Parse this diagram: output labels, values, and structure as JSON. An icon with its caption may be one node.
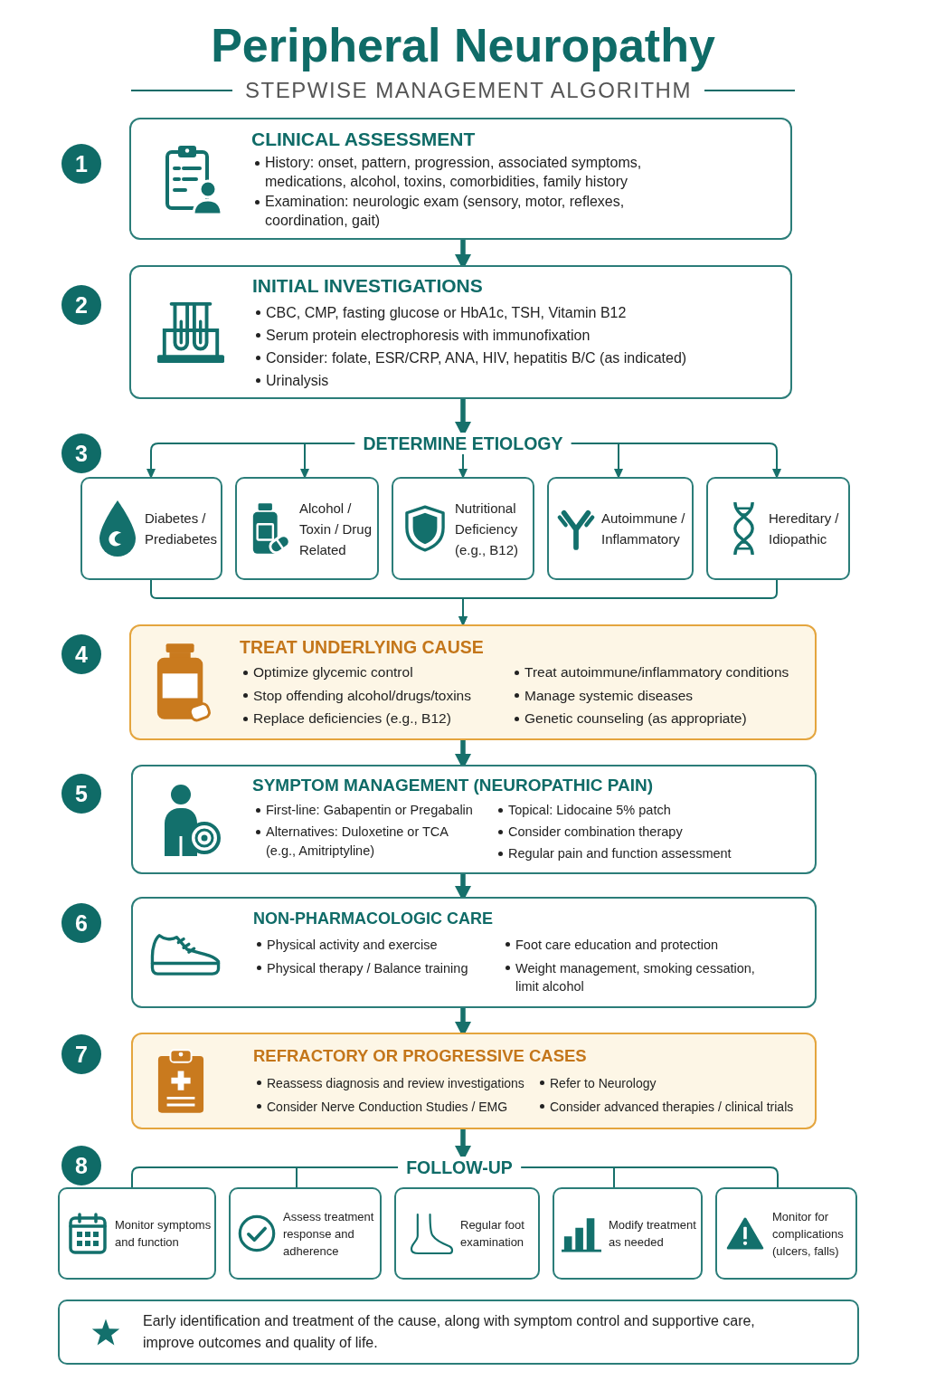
{
  "diagram": {
    "title": "Peripheral Neuropathy",
    "nodes": [
      {
        "text": [
          "1"
        ]
      },
      {
        "text": [
          "CLINICAL ASSESSMENT",
          "History: onset, pattern, progression, associated symptoms, medications, alcohol, toxins, comorbidities, family history",
          "Examination: neurologic exam (sensory, motor, reflexes, coordination, gait)"
        ]
      },
      {
        "text": [
          "2"
        ]
      },
      {
        "text": [
          "INITIAL INVESTIGATIONS",
          "CBC, CMP, fasting glucose or HbA1c, TSH, Vitamin B12",
          "Serum protein electrophoresis with immunofixation",
          "Consider: folate, ESR/CRP, ANA, HIV, hepatitis B/C (as indicated)",
          "Urinalysis"
        ]
      },
      {
        "text": [
          "3"
        ]
      },
      {
        "text": [
          "DETERMINE ETIOLOGY"
        ]
      },
      {
        "text": [
          "Diabetes / Prediabetes"
        ]
      },
      {
        "text": [
          "Alcohol / Toxin / Drug Related"
        ]
      },
      {
        "text": [
          "Nutritional Deficiency (e.g., B12)"
        ]
      },
      {
        "text": [
          "Autoimmune / Inflammatory"
        ]
      },
      {
        "text": [
          "Hereditary / Idiopathic"
        ]
      },
      {
        "text": [
          "4"
        ]
      },
      {
        "text": [
          "TREAT UNDERLYING CAUSE",
          "Optimize glycemic control",
          "Stop offending alcohol/drugs/toxins",
          "Replace deficiencies (e.g., B12)",
          "Treat autoimmune/inflammatory conditions",
          "Manage systemic diseases",
          "Genetic counseling (as appropriate)"
        ]
      },
      {
        "text": [
          "5"
        ]
      },
      {
        "text": [
          "SYMPTOM MANAGEMENT (NEUROPATHIC PAIN)",
          "First-line: Gabapentin or Pregabalin",
          "Alternatives: Duloxetine or TCA (e.g., Amitriptyline)",
          "Topical: Lidocaine 5% patch",
          "Consider combination therapy",
          "Regular pain and function assessment"
        ]
      },
      {
        "text": [
          "6"
        ]
      },
      {
        "text": [
          "NON-PHARMACOLOGIC CARE",
          "Physical activity and exercise",
          "Physical therapy / Balance training",
          "Foot care education and protection",
          "Weight management, smoking cessation, limit alcohol"
        ]
      },
      {
        "text": [
          "7"
        ]
      },
      {
        "text": [
          "REFRACTORY OR PROGRESSIVE CASES",
          "Reassess diagnosis and review investigations",
          "Consider Nerve Conduction Studies / EMG",
          "Refer to Neurology",
          "Consider advanced therapies / clinical trials"
        ]
      },
      {
        "text": [
          "8"
        ]
      },
      {
        "text": [
          "FOLLOW-UP"
        ]
      },
      {
        "text": [
          "Monitor symptoms and function"
        ]
      },
      {
        "text": [
          "Assess treatment response and adherence"
        ]
      },
      {
        "text": [
          "Regular foot examination"
        ]
      },
      {
        "text": [
          "Modify treatment as needed"
        ]
      },
      {
        "text": [
          "Monitor for complications (ulcers, falls)"
        ]
      },
      {
        "text": [
          "Early identification and treatment of the cause, along with symptom control and supportive care, improve outcomes and quality of life."
        ]
      }
    ],
    "edges": [
      {
        "from": 1,
        "to": 3,
        "arrow": "to",
        "style": "thick"
      },
      {
        "from": 3,
        "to": 5,
        "arrow": "to",
        "style": "thick"
      },
      {
        "from": 5,
        "to": 6,
        "arrow": "to"
      },
      {
        "from": 5,
        "to": 7,
        "arrow": "to"
      },
      {
        "from": 5,
        "to": 8,
        "arrow": "to"
      },
      {
        "from": 5,
        "to": 9,
        "arrow": "to"
      },
      {
        "from": 5,
        "to": 10,
        "arrow": "to"
      },
      {
        "from": 6,
        "to": 12,
        "arrow": "to"
      },
      {
        "from": 10,
        "to": 12,
        "arrow": "to"
      },
      {
        "from": 12,
        "to": 14,
        "arrow": "to",
        "style": "thick"
      },
      {
        "from": 14,
        "to": 16,
        "arrow": "to",
        "style": "thick"
      },
      {
        "from": 16,
        "to": 18,
        "arrow": "to",
        "style": "thick"
      },
      {
        "from": 18,
        "to": 20,
        "arrow": "to",
        "style": "thick"
      },
      {
        "from": 20,
        "to": 21,
        "arrow": "none"
      },
      {
        "from": 20,
        "to": 22,
        "arrow": "none"
      },
      {
        "from": 20,
        "to": 24,
        "arrow": "none"
      },
      {
        "from": 20,
        "to": 25,
        "arrow": "none"
      }
    ],
    "labels": [
      "STEPWISE MANAGEMENT ALGORITHM"
    ]
  }
}
